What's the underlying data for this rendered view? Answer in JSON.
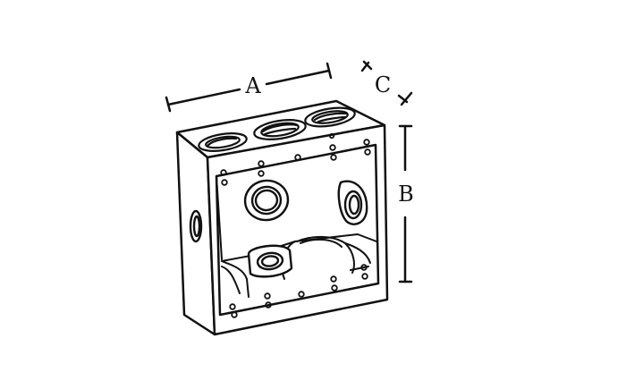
{
  "labels": {
    "width": "A",
    "height": "B",
    "depth": "C"
  },
  "colors": {
    "line": "#111111",
    "background": "#ffffff"
  }
}
